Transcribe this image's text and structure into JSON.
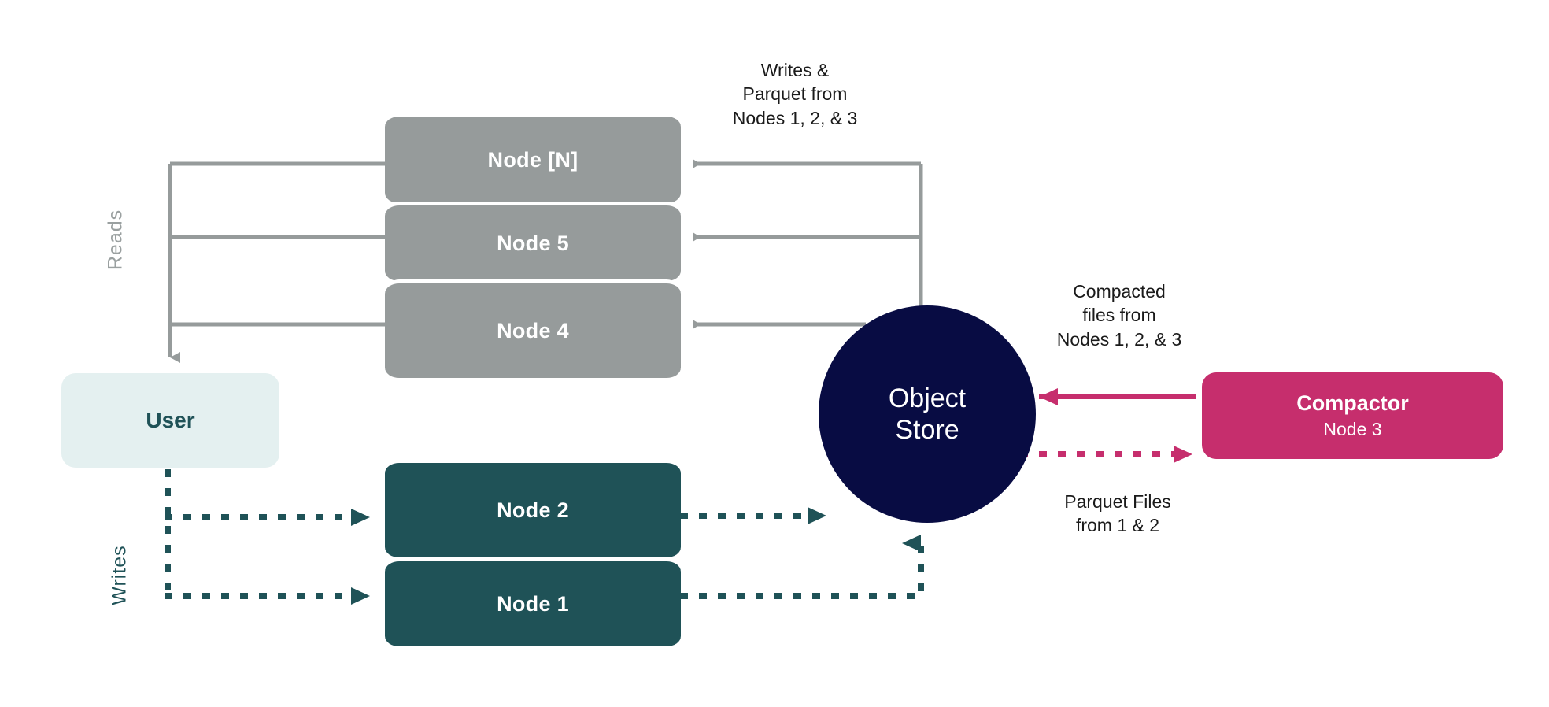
{
  "diagram": {
    "title": "Distributed database read/write architecture with object store and compactor",
    "background": "#ffffff",
    "colors": {
      "gray_node": "#969b9b",
      "teal_node": "#1f5257",
      "object_store": "#080c43",
      "compactor": "#c62e6d",
      "user_box": "#e4f0f0",
      "user_text": "#1f5257",
      "label_text": "#1a1a1a",
      "reads_label": "#9aa0a0"
    }
  },
  "nodes": {
    "query_stack": [
      {
        "label": "Node [N]"
      },
      {
        "label": "Node 5"
      },
      {
        "label": "Node 4"
      }
    ],
    "ingest_stack": [
      {
        "label": "Node 2"
      },
      {
        "label": "Node 1"
      }
    ],
    "user": {
      "label": "User"
    },
    "object_store": {
      "line1": "Object",
      "line2": "Store"
    },
    "compactor": {
      "title": "Compactor",
      "subtitle": "Node 3"
    }
  },
  "edge_labels": {
    "writes_parquet": "Writes &\nParquet from\nNodes 1, 2, & 3",
    "compacted_files": "Compacted\nfiles from\nNodes 1, 2, & 3",
    "parquet_files": "Parquet Files\nfrom 1 & 2",
    "reads": "Reads",
    "writes": "Writes"
  }
}
